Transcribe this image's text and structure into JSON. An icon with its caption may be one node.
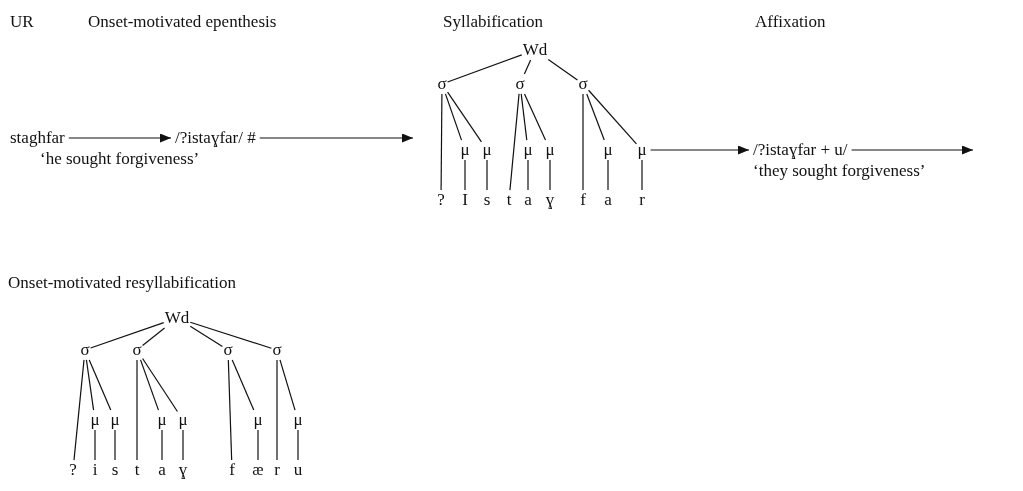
{
  "diagram": {
    "nodes": [
      {
        "text": [
          "staghfar"
        ],
        "beside": [
          "‘he sought forgiveness’"
        ]
      },
      {
        "text": [
          "/?istaɣfar/ #"
        ]
      },
      {
        "text": [
          "Wd"
        ]
      },
      {
        "text": [
          "σ"
        ]
      },
      {
        "text": [
          "σ"
        ]
      },
      {
        "text": [
          "σ"
        ]
      },
      {
        "text": [
          "μ"
        ]
      },
      {
        "text": [
          "μ"
        ]
      },
      {
        "text": [
          "μ"
        ]
      },
      {
        "text": [
          "μ"
        ]
      },
      {
        "text": [
          "μ"
        ]
      },
      {
        "text": [
          "μ"
        ]
      },
      {
        "text": [
          "?"
        ]
      },
      {
        "text": [
          "I"
        ]
      },
      {
        "text": [
          "s"
        ]
      },
      {
        "text": [
          "t"
        ]
      },
      {
        "text": [
          "a"
        ]
      },
      {
        "text": [
          "ɣ"
        ]
      },
      {
        "text": [
          "f"
        ]
      },
      {
        "text": [
          "a"
        ]
      },
      {
        "text": [
          "r"
        ]
      },
      {
        "text": [
          "/?istaɣfar + u/"
        ],
        "beside": [
          "‘they sought forgiveness’"
        ]
      },
      {
        "text": [
          "Wd"
        ]
      },
      {
        "text": [
          "σ"
        ]
      },
      {
        "text": [
          "σ"
        ]
      },
      {
        "text": [
          "σ"
        ]
      },
      {
        "text": [
          "σ"
        ]
      },
      {
        "text": [
          "μ"
        ]
      },
      {
        "text": [
          "μ"
        ]
      },
      {
        "text": [
          "μ"
        ]
      },
      {
        "text": [
          "μ"
        ]
      },
      {
        "text": [
          "μ"
        ]
      },
      {
        "text": [
          "μ"
        ]
      },
      {
        "text": [
          "?"
        ]
      },
      {
        "text": [
          "i"
        ]
      },
      {
        "text": [
          "s"
        ]
      },
      {
        "text": [
          "t"
        ]
      },
      {
        "text": [
          "a"
        ]
      },
      {
        "text": [
          "ɣ"
        ]
      },
      {
        "text": [
          "f"
        ]
      },
      {
        "text": [
          "æ"
        ]
      },
      {
        "text": [
          "r"
        ]
      },
      {
        "text": [
          "u"
        ]
      }
    ],
    "edges": [
      {
        "from": 0,
        "to": 1,
        "arrow": "to"
      },
      {
        "from": 1,
        "to": null,
        "arrow": "to"
      },
      {
        "from": 11,
        "to": 21,
        "arrow": "to"
      },
      {
        "from": 21,
        "to": null,
        "arrow": "to"
      },
      {
        "from": 2,
        "to": 3,
        "arrow": "none"
      },
      {
        "from": 2,
        "to": 4,
        "arrow": "none"
      },
      {
        "from": 2,
        "to": 5,
        "arrow": "none"
      },
      {
        "from": 3,
        "to": 12,
        "arrow": "none"
      },
      {
        "from": 3,
        "to": 6,
        "arrow": "none"
      },
      {
        "from": 3,
        "to": 7,
        "arrow": "none"
      },
      {
        "from": 4,
        "to": 15,
        "arrow": "none"
      },
      {
        "from": 4,
        "to": 8,
        "arrow": "none"
      },
      {
        "from": 4,
        "to": 9,
        "arrow": "none"
      },
      {
        "from": 5,
        "to": 18,
        "arrow": "none"
      },
      {
        "from": 5,
        "to": 10,
        "arrow": "none"
      },
      {
        "from": 5,
        "to": 11,
        "arrow": "none"
      },
      {
        "from": 6,
        "to": 13,
        "arrow": "none"
      },
      {
        "from": 7,
        "to": 14,
        "arrow": "none"
      },
      {
        "from": 8,
        "to": 16,
        "arrow": "none"
      },
      {
        "from": 9,
        "to": 17,
        "arrow": "none"
      },
      {
        "from": 10,
        "to": 19,
        "arrow": "none"
      },
      {
        "from": 11,
        "to": 20,
        "arrow": "none"
      },
      {
        "from": 22,
        "to": 23,
        "arrow": "none"
      },
      {
        "from": 22,
        "to": 24,
        "arrow": "none"
      },
      {
        "from": 22,
        "to": 25,
        "arrow": "none"
      },
      {
        "from": 22,
        "to": 26,
        "arrow": "none"
      },
      {
        "from": 23,
        "to": 33,
        "arrow": "none"
      },
      {
        "from": 23,
        "to": 27,
        "arrow": "none"
      },
      {
        "from": 23,
        "to": 28,
        "arrow": "none"
      },
      {
        "from": 24,
        "to": 36,
        "arrow": "none"
      },
      {
        "from": 24,
        "to": 29,
        "arrow": "none"
      },
      {
        "from": 24,
        "to": 30,
        "arrow": "none"
      },
      {
        "from": 25,
        "to": 39,
        "arrow": "none"
      },
      {
        "from": 25,
        "to": 31,
        "arrow": "none"
      },
      {
        "from": 26,
        "to": 41,
        "arrow": "none"
      },
      {
        "from": 26,
        "to": 32,
        "arrow": "none"
      },
      {
        "from": 27,
        "to": 34,
        "arrow": "none"
      },
      {
        "from": 28,
        "to": 35,
        "arrow": "none"
      },
      {
        "from": 29,
        "to": 37,
        "arrow": "none"
      },
      {
        "from": 30,
        "to": 38,
        "arrow": "none"
      },
      {
        "from": 31,
        "to": 40,
        "arrow": "none"
      },
      {
        "from": 32,
        "to": 42,
        "arrow": "none"
      }
    ],
    "labels": [
      "UR",
      "Onset-motivated epenthesis",
      "Syllabification",
      "Affixation",
      "Onset-motivated resyllabification"
    ]
  }
}
